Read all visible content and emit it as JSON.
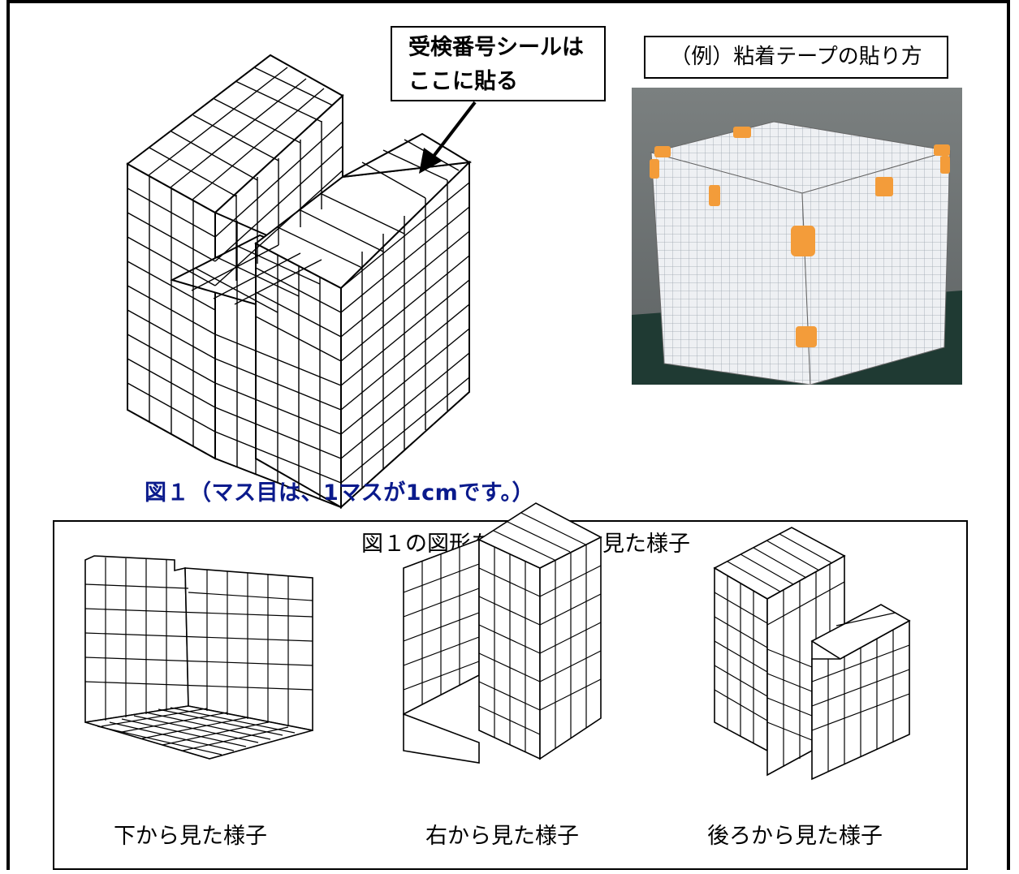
{
  "callout": {
    "line1": "受検番号シールは",
    "line2": "ここに貼る"
  },
  "tape_example": {
    "label": "（例）粘着テープの貼り方"
  },
  "figure1": {
    "caption": "図１（マス目は、1マスが1cmです。）"
  },
  "views": {
    "title": "図１の図形を各方向から見た様子",
    "bottom_label": "下から見た様子",
    "right_label": "右から見た様子",
    "back_label": "後ろから見た様子"
  },
  "colors": {
    "tape": "#f39c3a",
    "caption": "#0a1a8c",
    "photo_background": "#6f7475",
    "cube_face": "#eef0f3",
    "mat": "#1f3a33"
  }
}
